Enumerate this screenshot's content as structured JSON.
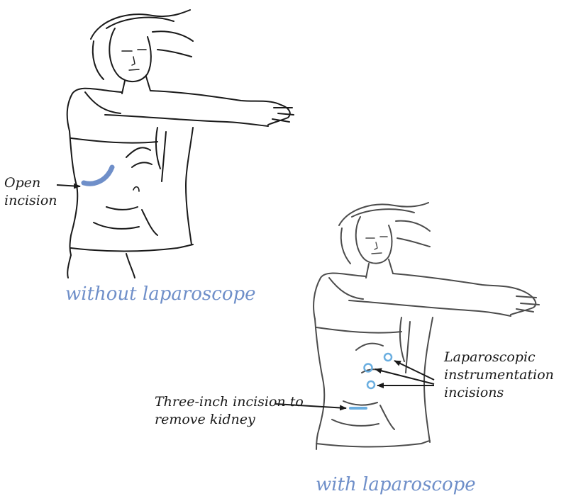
{
  "colors": {
    "line": "#1a1a1a",
    "accent": "#6f8fc9",
    "port": "#6aaee0"
  },
  "figure_a": {
    "label_line_1": "Open",
    "label_line_2": "incision",
    "caption": "without laparoscope"
  },
  "figure_b": {
    "label_right_line_1": "Laparoscopic",
    "label_right_line_2": "instrumentation",
    "label_right_line_3": "incisions",
    "label_left_line_1": "Three-inch incision to",
    "label_left_line_2": "remove kidney",
    "caption": "with laparoscope"
  }
}
